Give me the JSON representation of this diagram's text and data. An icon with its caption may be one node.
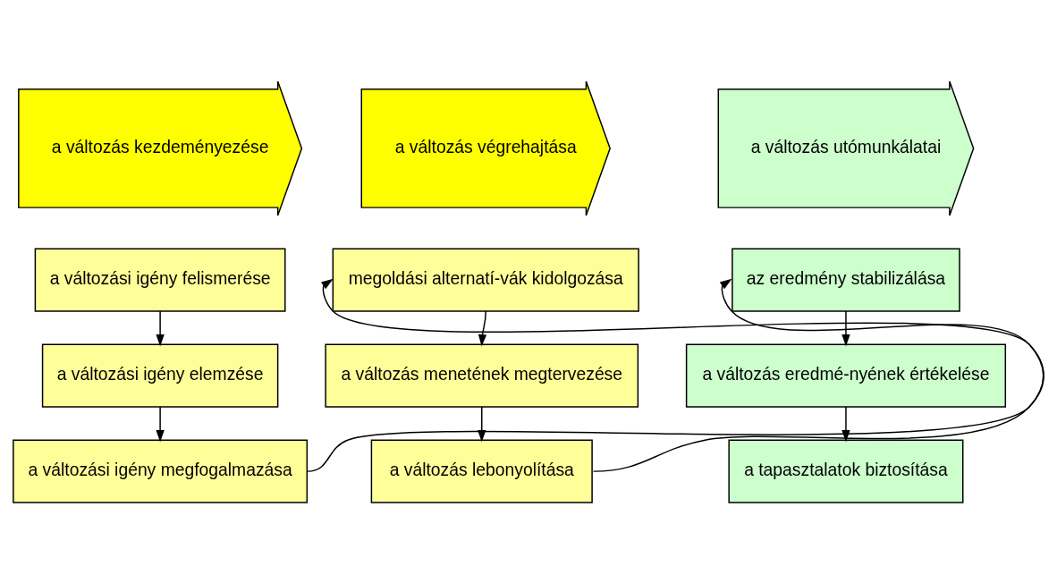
{
  "diagram": {
    "nodes": [
      {
        "text": [
          "a változás kezdeményezése"
        ]
      },
      {
        "text": [
          "a változás végrehajtása"
        ]
      },
      {
        "text": [
          "a változás utómunkálatai"
        ]
      },
      {
        "text": [
          "a változási igény felismerése"
        ]
      },
      {
        "text": [
          "a változási igény elemzése"
        ]
      },
      {
        "text": [
          "a változási igény megfogalmazása"
        ]
      },
      {
        "text": [
          "megoldási alternatí-vák kidolgozása"
        ]
      },
      {
        "text": [
          "a változás menetének megtervezése"
        ]
      },
      {
        "text": [
          "a változás lebonyolítása"
        ]
      },
      {
        "text": [
          "az eredmény stabilizálása"
        ]
      },
      {
        "text": [
          "a változás eredmé-nyének értékelése"
        ]
      },
      {
        "text": [
          "a tapasztalatok biztosítása"
        ]
      }
    ],
    "edges": [
      {
        "from": 3,
        "to": 4,
        "arrow": "to"
      },
      {
        "from": 4,
        "to": 5,
        "arrow": "to"
      },
      {
        "from": 5,
        "to": 6,
        "arrow": "to"
      },
      {
        "from": 6,
        "to": 7,
        "arrow": "to"
      },
      {
        "from": 7,
        "to": 8,
        "arrow": "to"
      },
      {
        "from": 8,
        "to": 9,
        "arrow": "to"
      },
      {
        "from": 9,
        "to": 10,
        "arrow": "to"
      },
      {
        "from": 10,
        "to": 11,
        "arrow": "to"
      }
    ]
  }
}
